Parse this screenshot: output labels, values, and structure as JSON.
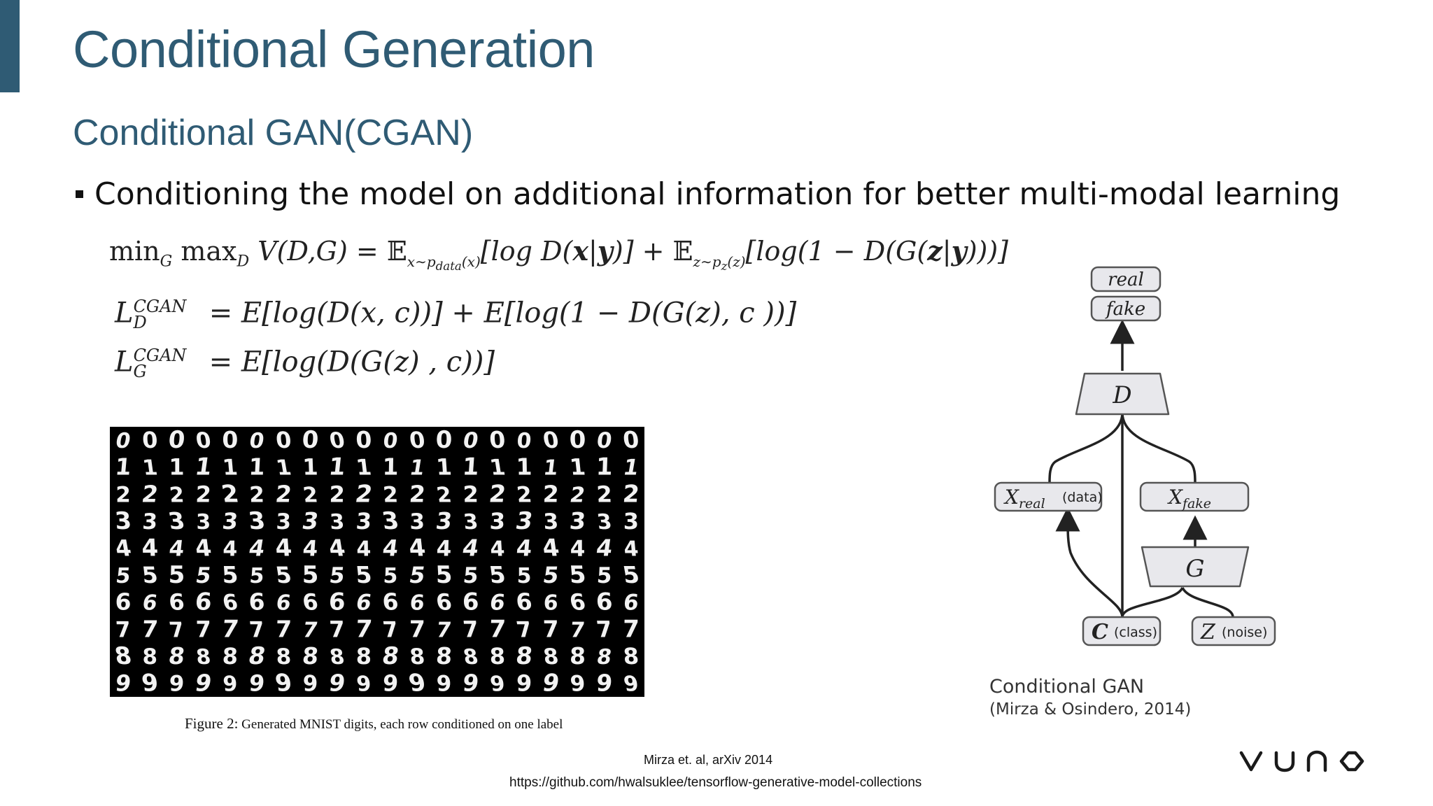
{
  "slide": {
    "title": "Conditional Generation",
    "subtitle": "Conditional GAN(CGAN)",
    "bullet": "Conditioning the model on additional information for better multi-modal learning"
  },
  "equations": {
    "objective": "min_G max_D V(D,G) = E_{x~p_data(x)}[log D(x|y)] + E_{z~p_z(z)}[log(1 − D(G(z|y)))]",
    "loss_d": "L_D^CGAN = E[log(D(x,c))] + E[log(1 − D(G(z),c ))]",
    "loss_g": "L_G^CGAN = E[log(D(G(z) ,c))]"
  },
  "figure": {
    "caption_label": "Figure 2:",
    "caption_text": "Generated MNIST digits, each row conditioned on one label",
    "digit_rows": [
      "0",
      "1",
      "2",
      "3",
      "4",
      "5",
      "6",
      "7",
      "8",
      "9"
    ]
  },
  "diagram": {
    "real": "real",
    "fake": "fake",
    "discriminator": "D",
    "generator": "G",
    "x_real_note": "(data)",
    "class_note": "(class)",
    "noise_note": "(noise)",
    "caption_title": "Conditional GAN",
    "caption_ref": "(Mirza & Osindero, 2014)"
  },
  "footer": {
    "citation": "Mirza et. al, arXiv 2014",
    "url": "https://github.com/hwalsuklee/tensorflow-generative-model-collections",
    "logo": "VUNO"
  },
  "colors": {
    "accent": "#2f5b74",
    "box_fill": "#e8e8ec",
    "box_stroke": "#555555"
  }
}
